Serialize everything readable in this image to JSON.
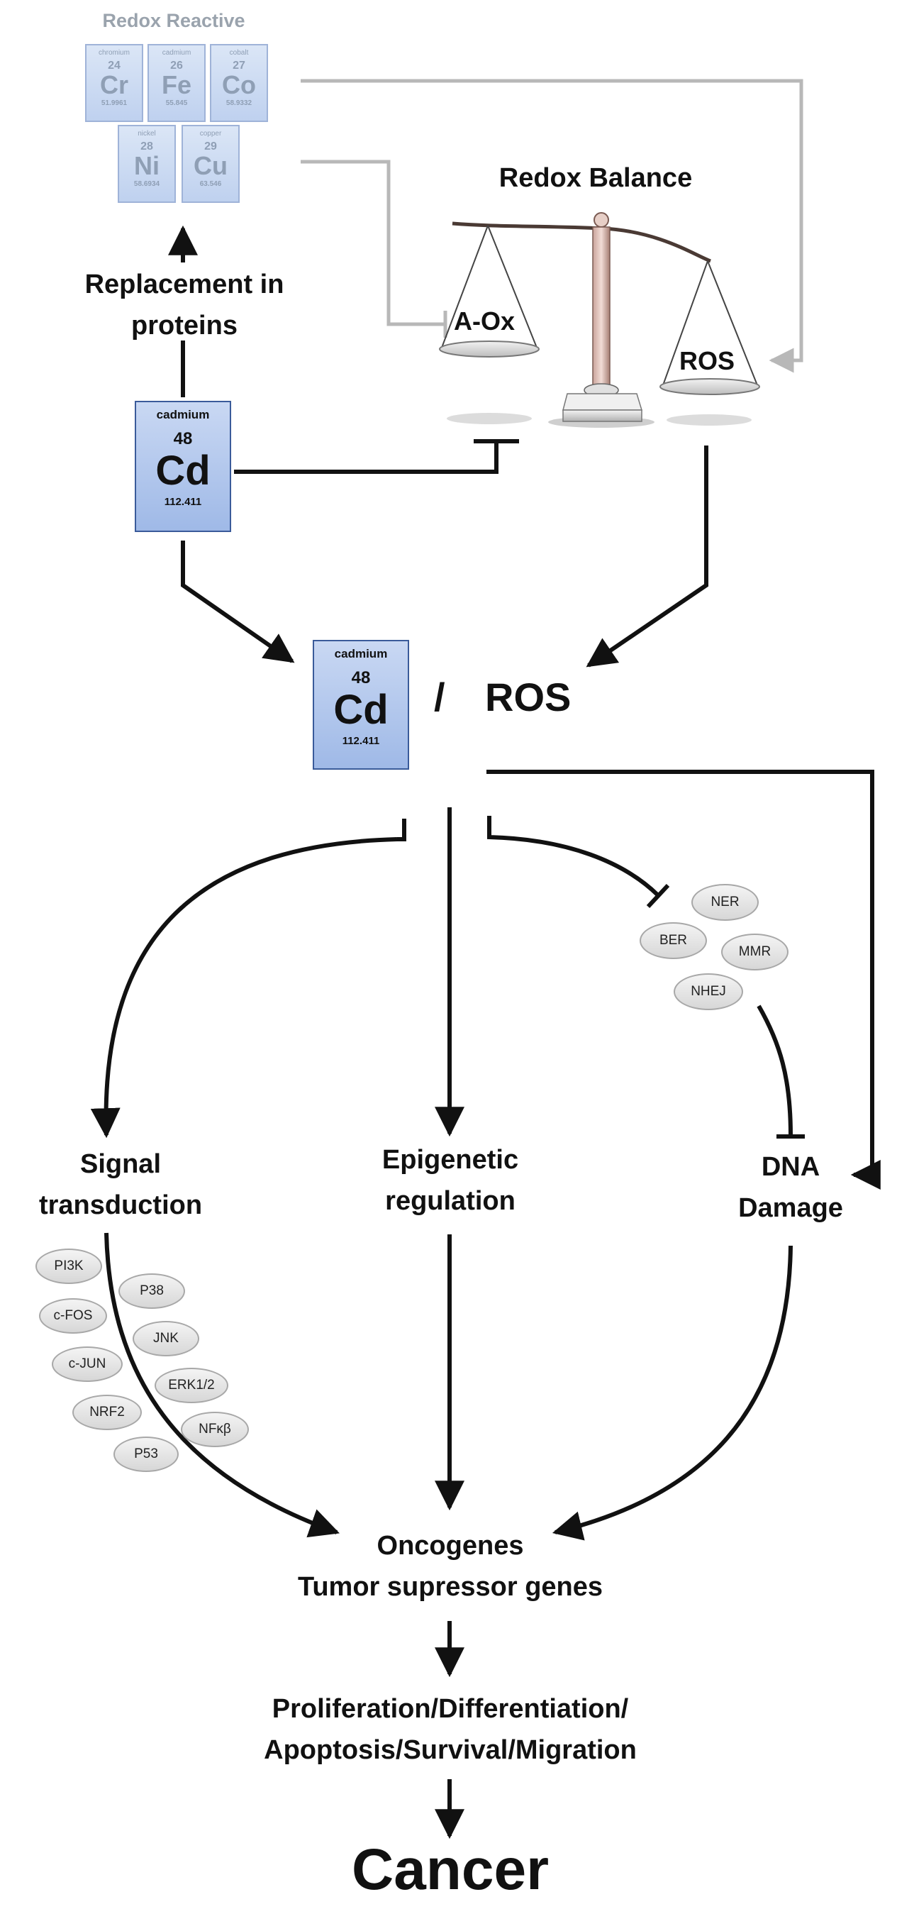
{
  "header": {
    "title": "Redox Reactive"
  },
  "elements": [
    {
      "name": "chromium",
      "number": "24",
      "symbol": "Cr",
      "mass": "51.9961"
    },
    {
      "name": "cadmium",
      "number": "26",
      "symbol": "Fe",
      "mass": "55.845"
    },
    {
      "name": "cobalt",
      "number": "27",
      "symbol": "Co",
      "mass": "58.9332"
    },
    {
      "name": "nickel",
      "number": "28",
      "symbol": "Ni",
      "mass": "58.6934"
    },
    {
      "name": "copper",
      "number": "29",
      "symbol": "Cu",
      "mass": "63.546"
    }
  ],
  "cadmium": {
    "name": "cadmium",
    "number": "48",
    "symbol": "Cd",
    "mass": "112.411"
  },
  "labels": {
    "replacement_line1": "Replacement in",
    "replacement_line2": "proteins",
    "redox_balance": "Redox Balance",
    "aox": "A-Ox",
    "ros": "ROS",
    "slash": "/",
    "cd_ros": "ROS",
    "signal_line1": "Signal",
    "signal_line2": "transduction",
    "epi_line1": "Epigenetic",
    "epi_line2": "regulation",
    "dna_line1": "DNA",
    "dna_line2": "Damage",
    "onco_line1": "Oncogenes",
    "onco_line2": "Tumor supressor genes",
    "prolif_line1": "Proliferation/Differentiation/",
    "prolif_line2": "Apoptosis/Survival/Migration",
    "cancer": "Cancer"
  },
  "repair_pathways": [
    "NER",
    "BER",
    "MMR",
    "NHEJ"
  ],
  "signaling_molecules": [
    "PI3K",
    "P38",
    "c-FOS",
    "JNK",
    "c-JUN",
    "ERK1/2",
    "NRF2",
    "NFκβ",
    "P53"
  ],
  "colors": {
    "arrow": "#111111",
    "grey_arrow": "#b8b8b8",
    "cd_box": "#9fb9e7",
    "element_box": "#cddbf3"
  }
}
